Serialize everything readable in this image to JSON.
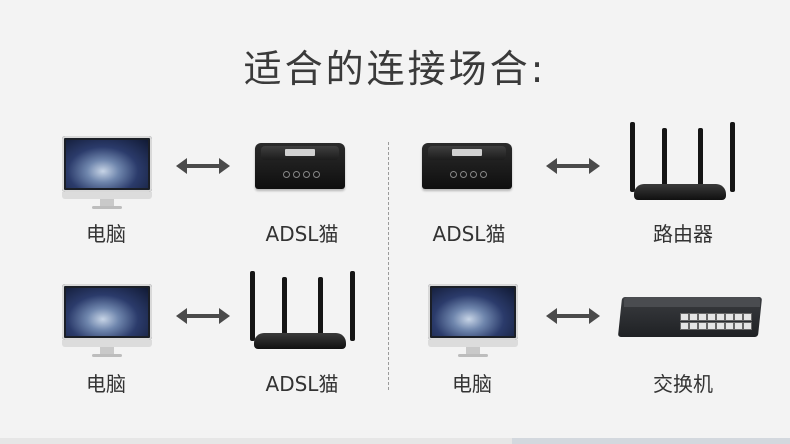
{
  "title": "适合的连接场合:",
  "connections": [
    {
      "left": {
        "label": "电脑",
        "icon": "imac"
      },
      "right": {
        "label": "ADSL猫",
        "icon": "adsl-modem"
      }
    },
    {
      "left": {
        "label": "ADSL猫",
        "icon": "adsl-modem"
      },
      "right": {
        "label": "路由器",
        "icon": "router"
      }
    },
    {
      "left": {
        "label": "电脑",
        "icon": "imac"
      },
      "right": {
        "label": "ADSL猫",
        "icon": "router"
      }
    },
    {
      "left": {
        "label": "电脑",
        "icon": "imac"
      },
      "right": {
        "label": "交换机",
        "icon": "switch"
      }
    }
  ],
  "colors": {
    "background": "#f3f3f3",
    "arrow": "#4a4a4a",
    "text": "#333333"
  },
  "icons": {
    "arrow": "double-arrow-icon"
  }
}
